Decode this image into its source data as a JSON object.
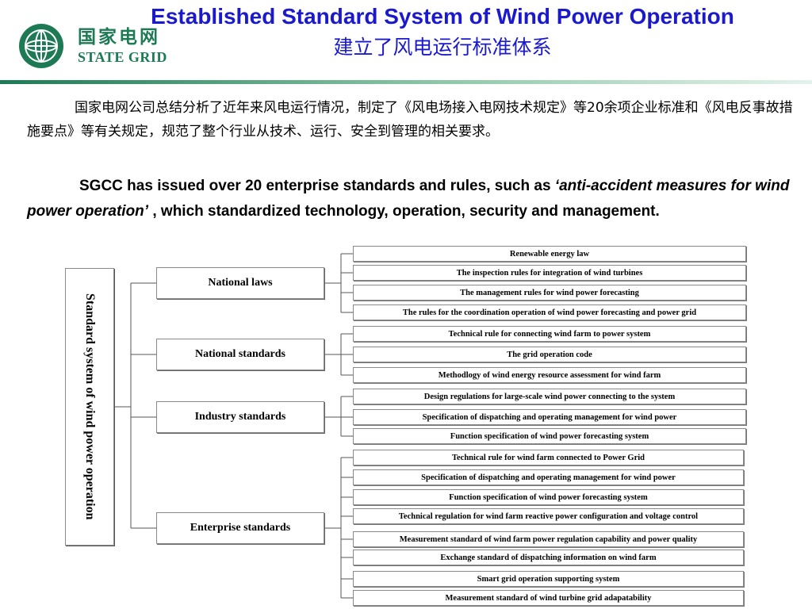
{
  "header": {
    "logo_cn": "国家电网",
    "logo_en": "STATE GRID",
    "title_en": "Established Standard System of Wind Power Operation",
    "title_cn": "建立了风电运行标准体系",
    "accent_color": "#1a1acc",
    "brand_color": "#1d7a55"
  },
  "body": {
    "para_cn": "国家电网公司总结分析了近年来风电运行情况，制定了《风电场接入电网技术规定》等20余项企业标准和《风电反事故措施要点》等有关规定，规范了整个行业从技术、运行、安全到管理的相关要求。",
    "para_en_start": "SGCC has issued over 20 enterprise standards and rules, such as ",
    "para_en_italic": "‘anti-accident measures for wind power operation’",
    "para_en_end": " , which standardized technology, operation, security and management."
  },
  "diagram": {
    "root": "Standard system of wind power operation",
    "categories": [
      {
        "label": "National laws",
        "items": [
          "Renewable energy law",
          "The inspection rules for integration of wind turbines",
          "The management rules for wind power forecasting",
          "The rules for the coordination operation of wind power forecasting and power grid"
        ]
      },
      {
        "label": "National standards",
        "items": [
          "Technical rule for connecting wind farm to power system",
          "The grid operation code",
          "Methodlogy of wind energy resource assessment for wind farm"
        ]
      },
      {
        "label": "Industry standards",
        "items": [
          "Design regulations for large-scale wind power connecting to the system",
          "Specification of dispatching and operating management for wind power",
          "Function specification of wind power forecasting system"
        ]
      },
      {
        "label": "Enterprise standards",
        "items": [
          "Technical rule for wind farm connected to Power Grid",
          "Specification of dispatching and operating management for wind power",
          "Function specification of wind power forecasting system",
          "Technical regulation for wind farm reactive power configuration and voltage control",
          "Measurement standard of wind farm power regulation capability and power quality",
          "Exchange standard of dispatching information on wind farm",
          "Smart grid operation supporting system",
          "Measurement standard of wind turbine grid adapatability"
        ]
      }
    ]
  }
}
